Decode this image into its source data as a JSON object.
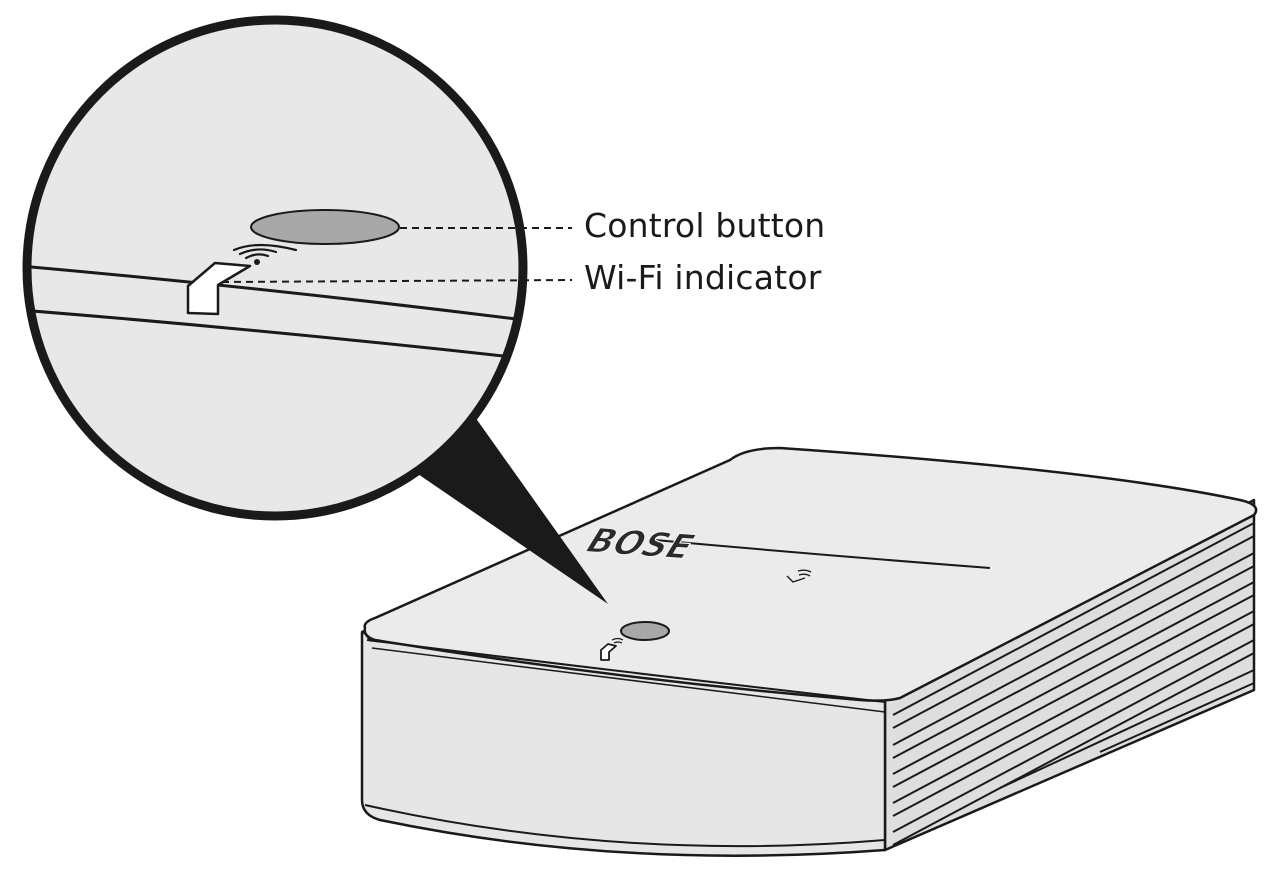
{
  "callouts": {
    "control_button": "Control button",
    "wifi_indicator": "Wi-Fi indicator"
  },
  "device": {
    "brand_logo": "BOSE",
    "logo_icon": "bose-logo-icon"
  },
  "colors": {
    "outline": "#1a1a1a",
    "device_fill": "#e8e8e8",
    "button_fill": "#a8a8a8",
    "background": "#ffffff"
  }
}
